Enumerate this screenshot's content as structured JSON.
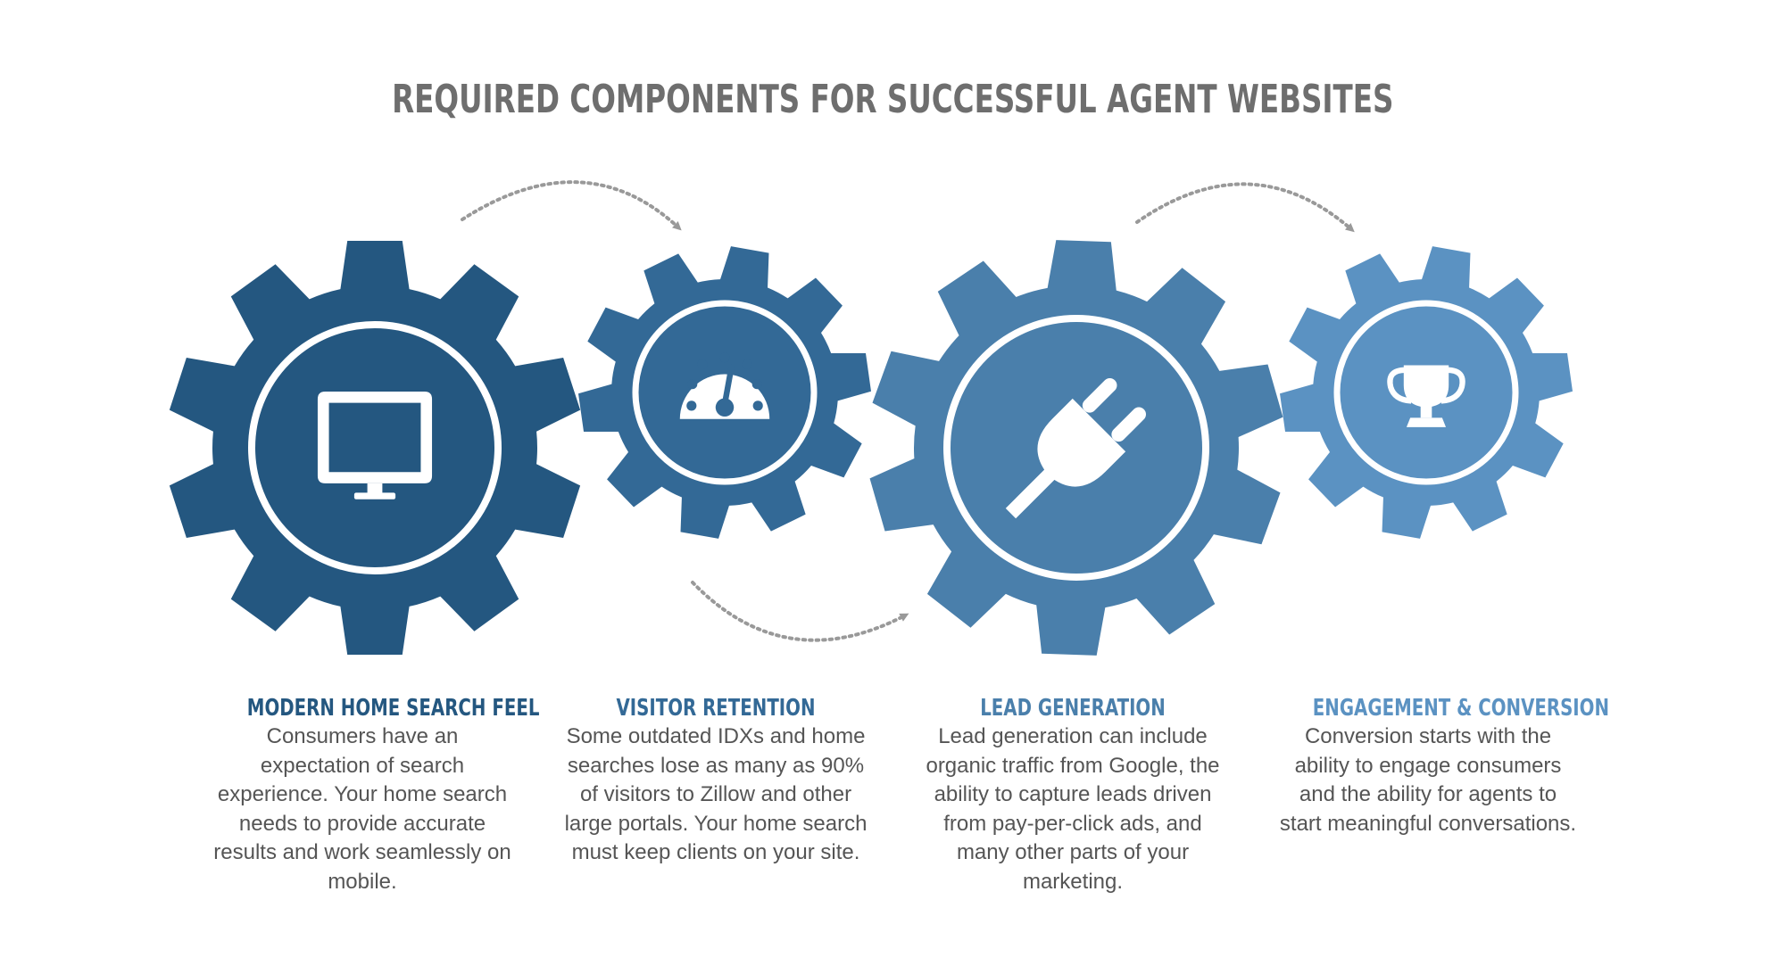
{
  "title": "REQUIRED COMPONENTS FOR SUCCESSFUL AGENT WEBSITES",
  "colors": {
    "gear_1": "#245780",
    "gear_2": "#336996",
    "gear_3": "#4a7fab",
    "gear_4": "#5b92c2",
    "arrow": "#999999",
    "title": "#6e6e6e",
    "body_text": "#555555"
  },
  "components": [
    {
      "heading": "MODERN HOME SEARCH FEEL",
      "icon": "monitor-icon",
      "text": "Consumers have an expectation of search experience. Your home search needs to provide accurate results and work seamlessly on mobile."
    },
    {
      "heading": "VISITOR RETENTION",
      "icon": "speedometer-icon",
      "text": "Some outdated IDXs and home searches lose as many as 90% of visitors to Zillow and other large portals. Your home search must keep clients on your site."
    },
    {
      "heading": "LEAD GENERATION",
      "icon": "plug-icon",
      "text": "Lead generation can include organic traffic from Google, the ability to capture leads driven from pay-per-click ads, and many other parts of your marketing."
    },
    {
      "heading": "ENGAGEMENT & CONVERSION",
      "icon": "trophy-icon",
      "text": "Conversion starts with the ability to engage consumers and the ability for agents to start meaningful conversations."
    }
  ]
}
